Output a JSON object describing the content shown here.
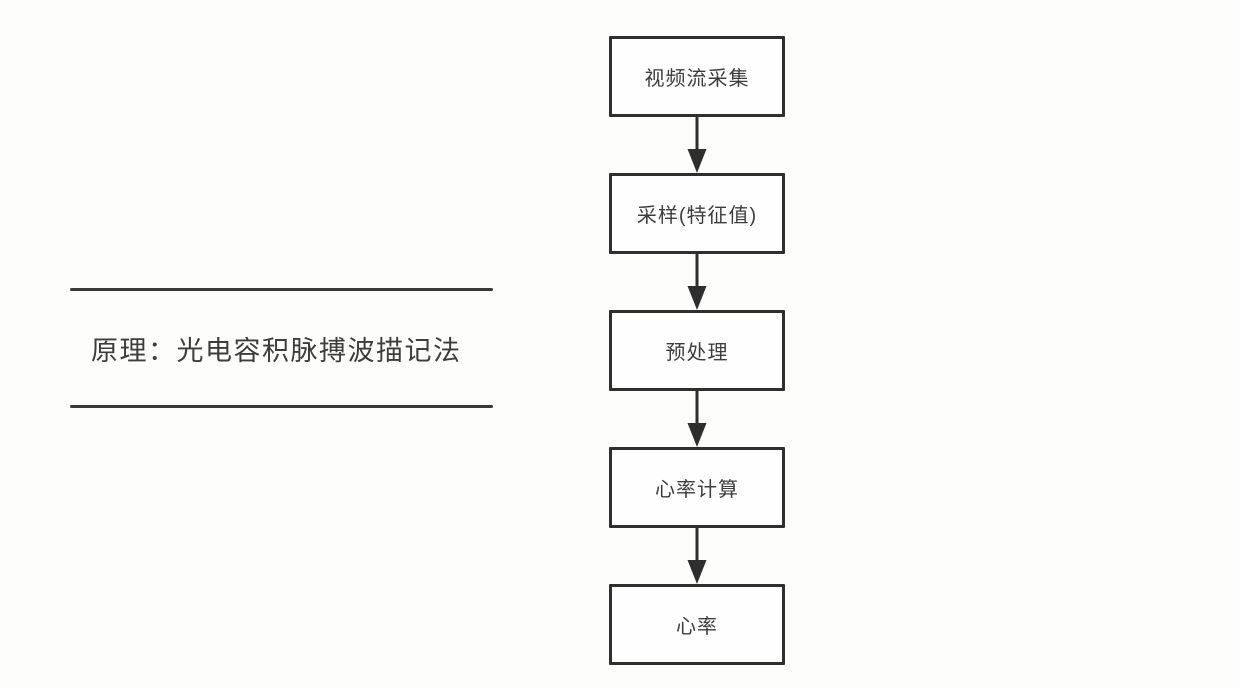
{
  "colors": {
    "bg": "#fdfdfc",
    "rule": "#3a3a3a",
    "text": "#3d3d3d",
    "border": "#2f2f2f",
    "arrow": "#2e2e2e",
    "node-bg": "#fefefe"
  },
  "principle": {
    "label": "原理：光电容积脉搏波描记法"
  },
  "flowchart": {
    "nodes": [
      {
        "label": "视频流采集"
      },
      {
        "label": "采样(特征值)"
      },
      {
        "label": "预处理"
      },
      {
        "label": "心率计算"
      },
      {
        "label": "心率"
      }
    ]
  }
}
